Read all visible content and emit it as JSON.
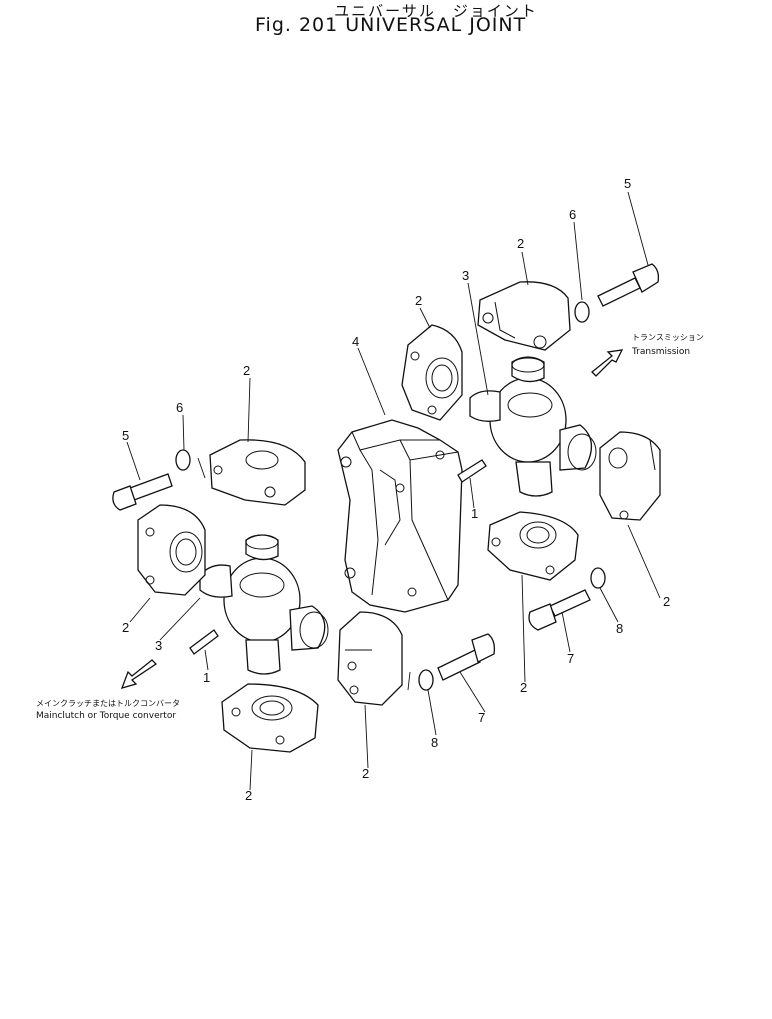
{
  "title": {
    "japanese": "ユニバーサル　ジョイント",
    "english": "Fig. 201 UNIVERSAL JOINT"
  },
  "annotations": {
    "transmission_jp": "トランスミッション",
    "transmission_en": "Transmission",
    "mainclutch_jp": "メインクラッチまたはトルクコンバータ",
    "mainclutch_en": "Mainclutch or Torque convertor"
  },
  "callouts": [
    "1",
    "2",
    "3",
    "4",
    "5",
    "6",
    "7",
    "8"
  ]
}
